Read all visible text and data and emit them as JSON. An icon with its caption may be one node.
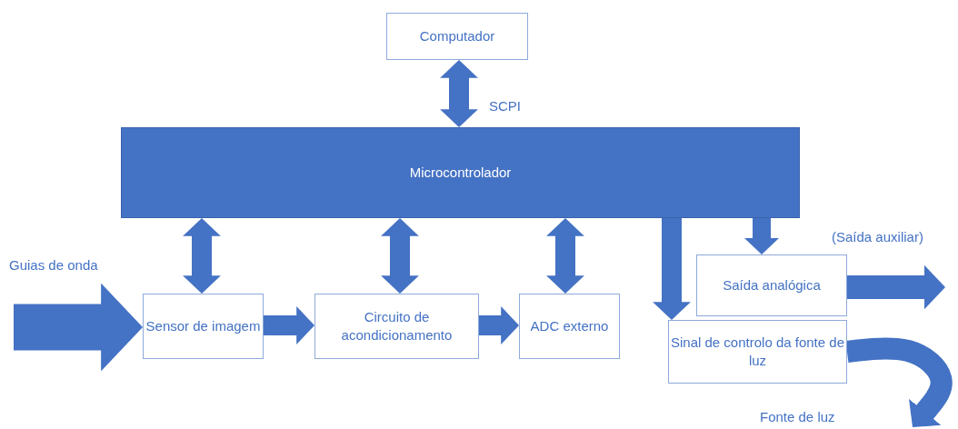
{
  "diagram": {
    "nodes": [
      {
        "text": [
          "Computador"
        ]
      },
      {
        "text": [
          "Microcontrolador"
        ]
      },
      {
        "text": [
          "Sensor de imagem"
        ]
      },
      {
        "text": [
          "Circuito de acondicionamento"
        ]
      },
      {
        "text": [
          "ADC externo"
        ]
      },
      {
        "text": [
          "Saída analógica"
        ]
      },
      {
        "text": [
          "Sinal de controlo da fonte de luz"
        ]
      }
    ],
    "edges": [
      {
        "from": 0,
        "to": 1,
        "arrow": "both"
      },
      {
        "from": 1,
        "to": 2,
        "arrow": "both"
      },
      {
        "from": 1,
        "to": 3,
        "arrow": "both"
      },
      {
        "from": 1,
        "to": 4,
        "arrow": "both"
      },
      {
        "from": 1,
        "to": 6,
        "arrow": "to"
      },
      {
        "from": 1,
        "to": 5,
        "arrow": "to"
      },
      {
        "from": 2,
        "to": 3,
        "arrow": "to"
      },
      {
        "from": 3,
        "to": 4,
        "arrow": "to"
      },
      {
        "from": null,
        "to": 2,
        "arrow": "to",
        "style": "thick"
      },
      {
        "from": 5,
        "to": null,
        "arrow": "to"
      },
      {
        "from": 6,
        "to": null,
        "arrow": "to"
      }
    ],
    "labels": [
      "SCPI",
      "Guias de onda",
      "(Saída auxiliar)",
      "Fonte de luz"
    ]
  }
}
